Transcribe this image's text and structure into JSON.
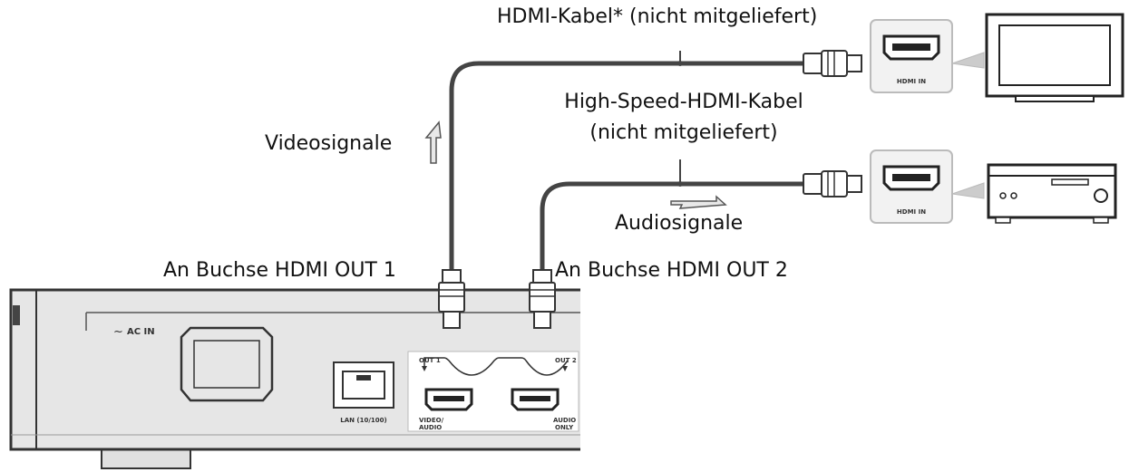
{
  "labels": {
    "hdmi_cable_top": "HDMI-Kabel* (nicht mitgeliefert)",
    "hs_cable_line1": "High-Speed-HDMI-Kabel",
    "hs_cable_line2": "(nicht mitgeliefert)",
    "video_signals": "Videosignale",
    "audio_signals": "Audiosignale",
    "out1": "An Buchse HDMI OUT 1",
    "out2": "An Buchse HDMI OUT 2"
  },
  "device_labels": {
    "tv_port": "HDMI IN",
    "receiver_port": "HDMI IN",
    "ac_in": "AC IN",
    "lan": "LAN (10/100)",
    "port_out1": "OUT 1",
    "port_out2": "OUT 2",
    "video_audio_line1": "VIDEO/",
    "video_audio_line2": "AUDIO",
    "audio_only_line1": "AUDIO",
    "audio_only_line2": "ONLY"
  },
  "colors": {
    "cable": "#4a4a4a",
    "device_fill": "#e6e6e6",
    "panel_fill": "#ffffff",
    "outline": "#333333"
  }
}
